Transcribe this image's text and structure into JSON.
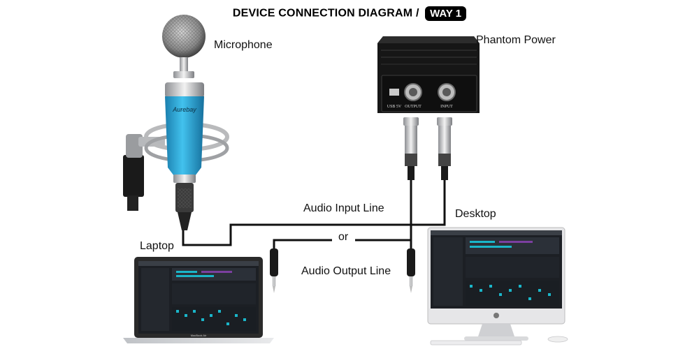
{
  "title": {
    "text": "DEVICE CONNECTION DIAGRAM /",
    "badge": "WAY 1"
  },
  "labels": {
    "microphone": "Microphone",
    "phantom_power": "Phantom Power",
    "audio_input_line": "Audio Input Line",
    "desktop": "Desktop",
    "laptop": "Laptop",
    "or": "or",
    "audio_output_line": "Audio Output Line"
  },
  "device_text": {
    "mic_brand": "Aurebay",
    "usb_port": "USB 5V",
    "output_port": "OUTPUT",
    "input_port": "INPUT",
    "laptop_brand": "MacBook Air"
  },
  "colors": {
    "mic_body": "#2aa6d6",
    "phantom_box": "#141414",
    "cable": "#111111",
    "screen_bg": "#1c1f24",
    "screen_accent": "#1ab6c9"
  }
}
